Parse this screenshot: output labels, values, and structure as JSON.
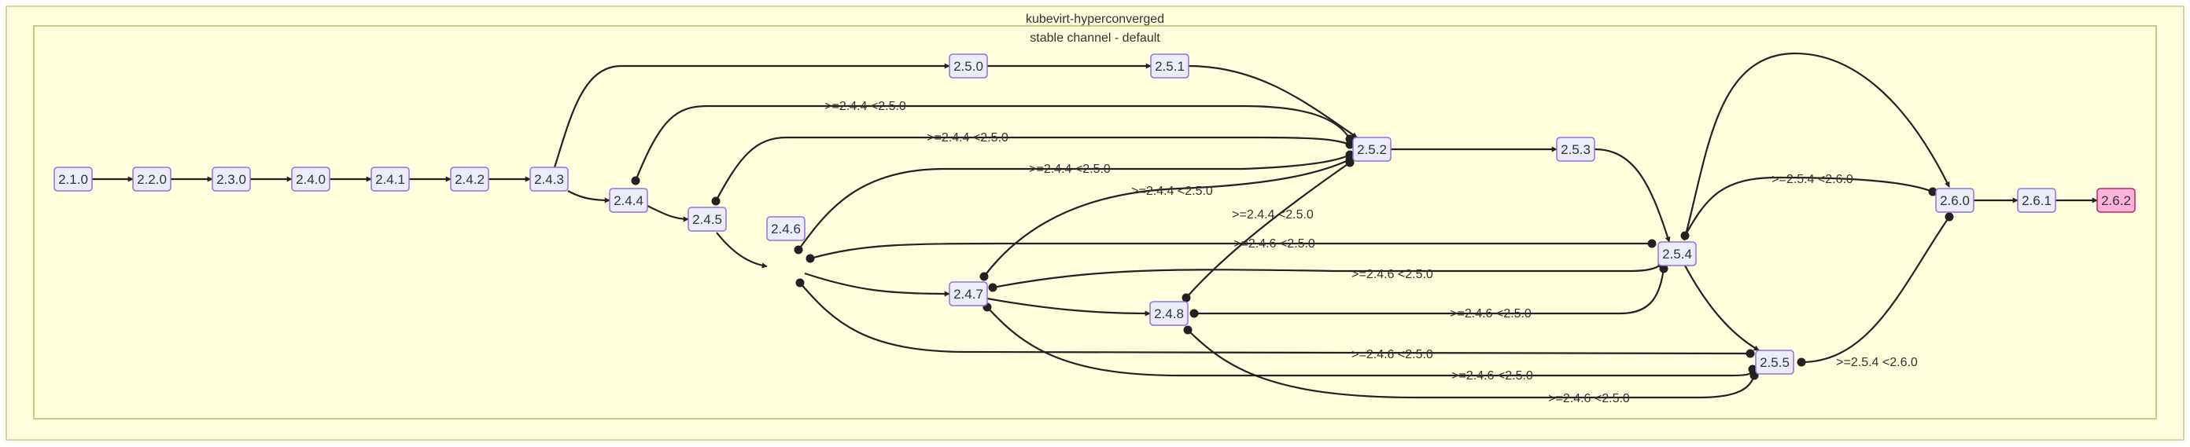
{
  "clusters": {
    "outer": {
      "title": "kubevirt-hyperconverged"
    },
    "inner": {
      "title": "stable channel - default"
    }
  },
  "colors": {
    "node_fill": "#ececff",
    "node_stroke": "#9370db",
    "highlight_fill": "#ffb3d9",
    "highlight_stroke": "#c3206b",
    "cluster_fill": "#ffffde",
    "edge": "#222222"
  },
  "nodes": [
    {
      "id": "n210",
      "label": "2.1.0"
    },
    {
      "id": "n220",
      "label": "2.2.0"
    },
    {
      "id": "n230",
      "label": "2.3.0"
    },
    {
      "id": "n240",
      "label": "2.4.0"
    },
    {
      "id": "n241",
      "label": "2.4.1"
    },
    {
      "id": "n242",
      "label": "2.4.2"
    },
    {
      "id": "n243",
      "label": "2.4.3"
    },
    {
      "id": "n244",
      "label": "2.4.4"
    },
    {
      "id": "n245",
      "label": "2.4.5"
    },
    {
      "id": "n246",
      "label": "2.4.6"
    },
    {
      "id": "n247",
      "label": "2.4.7"
    },
    {
      "id": "n248",
      "label": "2.4.8"
    },
    {
      "id": "n250",
      "label": "2.5.0"
    },
    {
      "id": "n251",
      "label": "2.5.1"
    },
    {
      "id": "n252",
      "label": "2.5.2"
    },
    {
      "id": "n253",
      "label": "2.5.3"
    },
    {
      "id": "n254",
      "label": "2.5.4"
    },
    {
      "id": "n255",
      "label": "2.5.5"
    },
    {
      "id": "n260",
      "label": "2.6.0"
    },
    {
      "id": "n261",
      "label": "2.6.1"
    },
    {
      "id": "n262",
      "label": "2.6.2",
      "highlight": true
    }
  ],
  "edges": [
    {
      "from": "n210",
      "to": "n220",
      "kind": "arrow"
    },
    {
      "from": "n220",
      "to": "n230",
      "kind": "arrow"
    },
    {
      "from": "n230",
      "to": "n240",
      "kind": "arrow"
    },
    {
      "from": "n240",
      "to": "n241",
      "kind": "arrow"
    },
    {
      "from": "n241",
      "to": "n242",
      "kind": "arrow"
    },
    {
      "from": "n242",
      "to": "n243",
      "kind": "arrow"
    },
    {
      "from": "n243",
      "to": "n244",
      "kind": "arrow"
    },
    {
      "from": "n243",
      "to": "n250",
      "kind": "arrow"
    },
    {
      "from": "n244",
      "to": "n245",
      "kind": "arrow"
    },
    {
      "from": "n245",
      "to": "n246",
      "kind": "arrow"
    },
    {
      "from": "n246",
      "to": "n247",
      "kind": "arrow"
    },
    {
      "from": "n247",
      "to": "n248",
      "kind": "arrow"
    },
    {
      "from": "n250",
      "to": "n251",
      "kind": "arrow"
    },
    {
      "from": "n251",
      "to": "n252",
      "kind": "arrow"
    },
    {
      "from": "n252",
      "to": "n253",
      "kind": "arrow"
    },
    {
      "from": "n253",
      "to": "n254",
      "kind": "arrow"
    },
    {
      "from": "n254",
      "to": "n255",
      "kind": "arrow"
    },
    {
      "from": "n254",
      "to": "n260",
      "kind": "arrow"
    },
    {
      "from": "n260",
      "to": "n261",
      "kind": "arrow"
    },
    {
      "from": "n261",
      "to": "n262",
      "kind": "arrow"
    },
    {
      "from": "n244",
      "to": "n252",
      "kind": "dot",
      "label": ">=2.4.4 <2.5.0"
    },
    {
      "from": "n245",
      "to": "n252",
      "kind": "dot",
      "label": ">=2.4.4 <2.5.0"
    },
    {
      "from": "n246",
      "to": "n252",
      "kind": "dot",
      "label": ">=2.4.4 <2.5.0"
    },
    {
      "from": "n247",
      "to": "n252",
      "kind": "dot",
      "label": ">=2.4.4 <2.5.0"
    },
    {
      "from": "n248",
      "to": "n252",
      "kind": "dot",
      "label": ">=2.4.4 <2.5.0"
    },
    {
      "from": "n246",
      "to": "n254",
      "kind": "dot",
      "label": ">=2.4.6 <2.5.0"
    },
    {
      "from": "n247",
      "to": "n254",
      "kind": "dot",
      "label": ">=2.4.6 <2.5.0"
    },
    {
      "from": "n248",
      "to": "n254",
      "kind": "dot",
      "label": ">=2.4.6 <2.5.0"
    },
    {
      "from": "n246",
      "to": "n255",
      "kind": "dot",
      "label": ">=2.4.6 <2.5.0"
    },
    {
      "from": "n247",
      "to": "n255",
      "kind": "dot",
      "label": ">=2.4.6 <2.5.0"
    },
    {
      "from": "n248",
      "to": "n255",
      "kind": "dot",
      "label": ">=2.4.6 <2.5.0"
    },
    {
      "from": "n254",
      "to": "n260",
      "kind": "dot",
      "label": ">=2.5.4 <2.6.0"
    },
    {
      "from": "n255",
      "to": "n260",
      "kind": "dot",
      "label": ">=2.5.4 <2.6.0"
    }
  ]
}
